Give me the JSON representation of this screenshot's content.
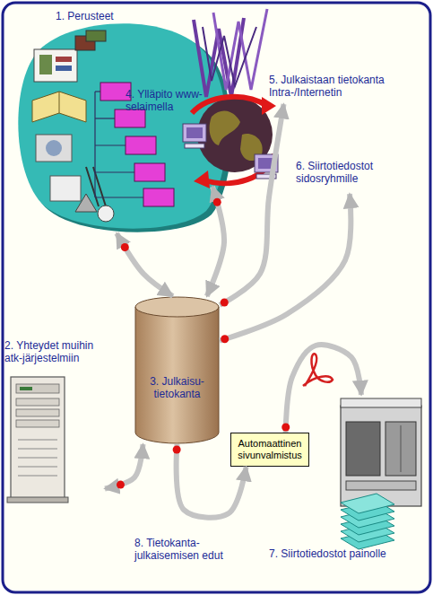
{
  "diagram": {
    "nodes": [
      {
        "text": [
          "1. Perusteet"
        ]
      },
      {
        "text": [
          "2. Yhteydet muihin atk-järjestelmiin"
        ]
      },
      {
        "text": [
          "3. Julkaisu- tietokanta"
        ]
      },
      {
        "text": [
          "4. Ylläpito www-selaimella"
        ]
      },
      {
        "text": [
          "5. Julkaistaan tietokanta Intra-/Internetin"
        ]
      },
      {
        "text": [
          "6. Siirtotiedostot sidosryhmille"
        ]
      },
      {
        "text": [
          "Automaattinen sivunvalmistus"
        ]
      },
      {
        "text": [
          "7. Siirtotiedostot painolle"
        ]
      }
    ],
    "edges": [
      {
        "from": 0,
        "to": 2,
        "arrow": "both"
      },
      {
        "from": 3,
        "to": 2,
        "arrow": "both"
      },
      {
        "from": 2,
        "to": 4,
        "arrow": "to"
      },
      {
        "from": 2,
        "to": 5,
        "arrow": "to"
      },
      {
        "from": 1,
        "to": 2,
        "arrow": "both"
      },
      {
        "from": 2,
        "to": 6,
        "arrow": "to"
      },
      {
        "from": 6,
        "to": 7,
        "arrow": "to"
      }
    ],
    "labels": [
      "8. Tietokanta- julkaisemisen edut"
    ]
  }
}
